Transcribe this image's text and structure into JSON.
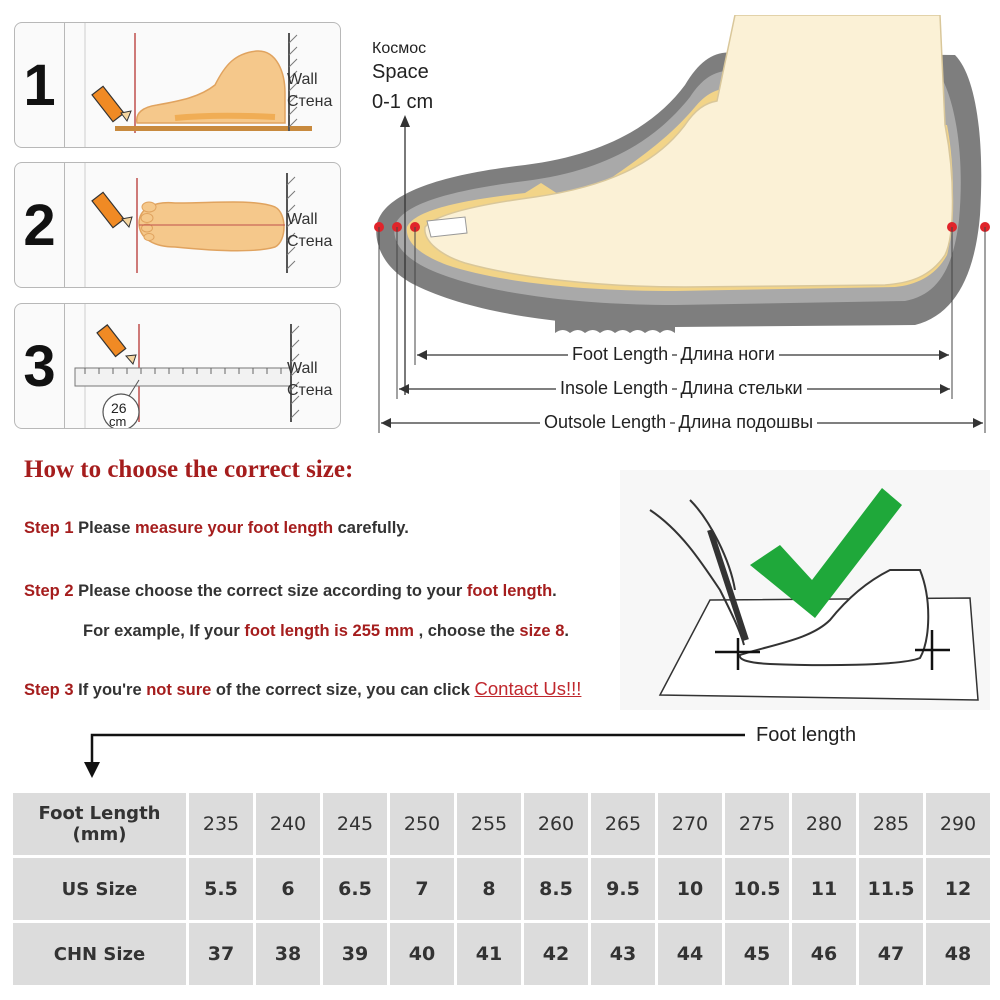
{
  "panels": [
    {
      "number": "1",
      "wall_en": "Wall",
      "wall_ru": "Стена"
    },
    {
      "number": "2",
      "wall_en": "Wall",
      "wall_ru": "Стена"
    },
    {
      "number": "3",
      "wall_en": "Wall",
      "wall_ru": "Стена",
      "ruler_value": "26",
      "ruler_unit": "cm"
    }
  ],
  "diagram": {
    "space_ru": "Космос",
    "space_en": "Space",
    "space_range": "0-1 cm",
    "foot_length": "Foot Length",
    "foot_length_ru": "Длина ноги",
    "insole_length": "Insole Length",
    "insole_length_ru": "Длина стельки",
    "outsole_length": "Outsole Length",
    "outsole_length_ru": "Длина подошвы"
  },
  "instructions": {
    "title": "How to choose the correct size:",
    "step1_label": "Step 1",
    "step1_a": " Please ",
    "step1_b": "measure your foot length",
    "step1_c": " carefully.",
    "step2_label": "Step 2",
    "step2_a": " Please choose the correct size according to your ",
    "step2_b": "foot length",
    "step2_c": ".",
    "example_a": "For example, If your ",
    "example_b": "foot length is 255 mm",
    "example_c": " , choose the ",
    "example_d": "size 8",
    "example_e": ".",
    "step3_label": "Step 3",
    "step3_a": " If you're ",
    "step3_b": "not sure",
    "step3_c": " of the correct size, you can click ",
    "contact": "Contact Us!!!",
    "foot_length_label": "Foot length"
  },
  "size_table": {
    "row_labels": [
      "Foot Length",
      "(mm)",
      "US Size",
      "CHN Size"
    ],
    "foot_length_mm": [
      "235",
      "240",
      "245",
      "250",
      "255",
      "260",
      "265",
      "270",
      "275",
      "280",
      "285",
      "290"
    ],
    "us_size": [
      "5.5",
      "6",
      "6.5",
      "7",
      "8",
      "8.5",
      "9.5",
      "10",
      "10.5",
      "11",
      "11.5",
      "12"
    ],
    "chn_size": [
      "37",
      "38",
      "39",
      "40",
      "41",
      "42",
      "43",
      "44",
      "45",
      "46",
      "47",
      "48"
    ]
  },
  "colors": {
    "accent_red": "#a51d1d",
    "check_green": "#1fa83a",
    "table_cell": "#dcdcdc",
    "pin_red": "#e0242a"
  }
}
